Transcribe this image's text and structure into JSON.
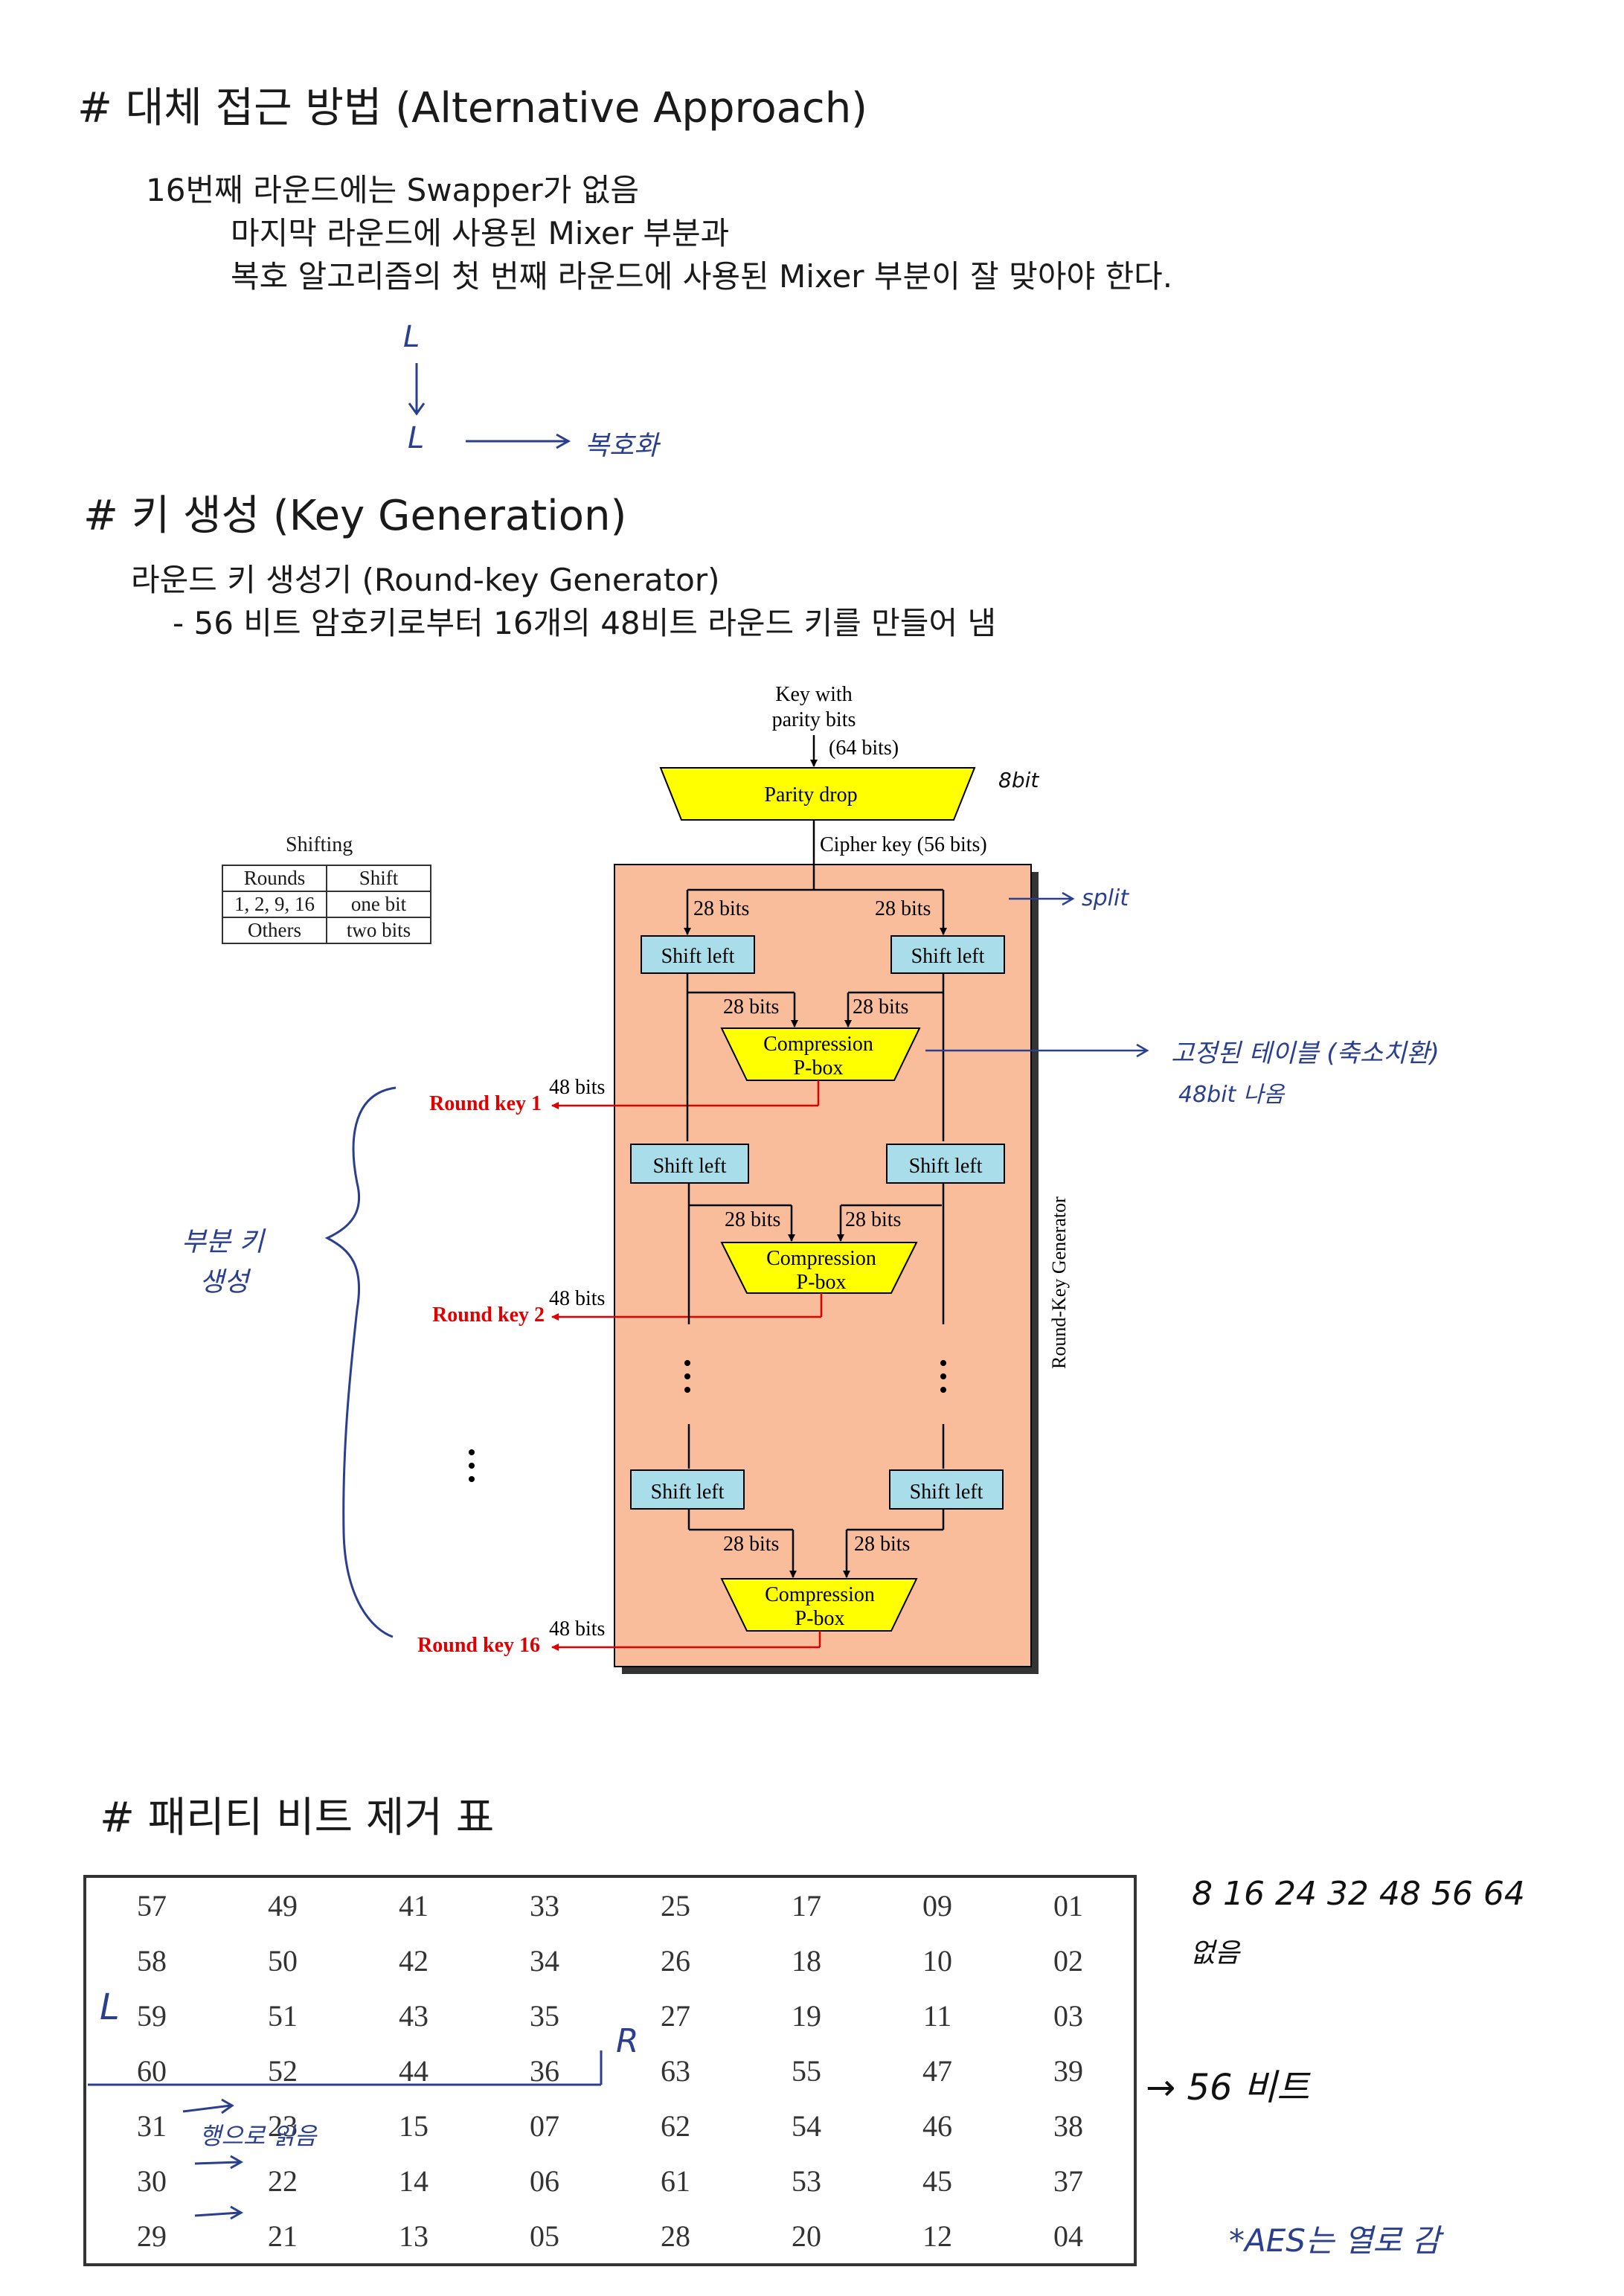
{
  "section1": {
    "heading": "# 대체 접근 방법 (Alternative Approach)",
    "line1": "16번째 라운드에는 Swapper가 없음",
    "line2": "마지막 라운드에 사용된 Mixer 부분과",
    "line3": "복호 알고리즘의 첫 번째 라운드에 사용된 Mixer 부분이 잘 맞아야 한다.",
    "note_l_top": "L",
    "note_l_bottom": "L",
    "note_decrypt": "복호화"
  },
  "section2": {
    "heading": "# 키 생성 (Key Generation)",
    "line1": "라운드 키 생성기 (Round-key Generator)",
    "line2": "- 56 비트 암호키로부터 16개의 48비트 라운드 키를 만들어 냄"
  },
  "diagram": {
    "input_label_1": "Key with",
    "input_label_2": "parity bits",
    "input_bits": "(64 bits)",
    "parity_drop": "Parity drop",
    "cipher_key": "Cipher key (56 bits)",
    "bits28": "28 bits",
    "bits48": "48 bits",
    "shift_left": "Shift left",
    "compression_1": "Compression",
    "compression_2": "P-box",
    "round_key_1": "Round key 1",
    "round_key_2": "Round key 2",
    "round_key_16": "Round key 16",
    "generator_label": "Round-Key Generator",
    "colors": {
      "box": "#f9bd9b",
      "pbox": "#ffff00",
      "shift": "#a8dde9",
      "red": "#e00000"
    }
  },
  "shifting": {
    "title": "Shifting",
    "headers": [
      "Rounds",
      "Shift"
    ],
    "rows": [
      [
        "1, 2, 9, 16",
        "one bit"
      ],
      [
        "Others",
        "two bits"
      ]
    ]
  },
  "annotations": {
    "eight_bit": "8bit",
    "split": "split",
    "fixed_table": "고정된 테이블 (축소치환)",
    "bit48_out": "48bit 나옴",
    "partial_key_1": "부분 키",
    "partial_key_2": "생성"
  },
  "section3": {
    "heading": "# 패리티 비트 제거 표"
  },
  "parity_table": {
    "rows": [
      [
        "57",
        "49",
        "41",
        "33",
        "25",
        "17",
        "09",
        "01"
      ],
      [
        "58",
        "50",
        "42",
        "34",
        "26",
        "18",
        "10",
        "02"
      ],
      [
        "59",
        "51",
        "43",
        "35",
        "27",
        "19",
        "11",
        "03"
      ],
      [
        "60",
        "52",
        "44",
        "36",
        "63",
        "55",
        "47",
        "39"
      ],
      [
        "31",
        "23",
        "15",
        "07",
        "62",
        "54",
        "46",
        "38"
      ],
      [
        "30",
        "22",
        "14",
        "06",
        "61",
        "53",
        "45",
        "37"
      ],
      [
        "29",
        "21",
        "13",
        "05",
        "28",
        "20",
        "12",
        "04"
      ]
    ]
  },
  "table_notes": {
    "l_mark": "L",
    "r_mark": "R",
    "row_read": "행으로 읽음",
    "multiples": "8 16 24 32 48 56 64",
    "excluded": "없음",
    "result": "→ 56 비트",
    "aes": "*AES는 열로 감"
  }
}
